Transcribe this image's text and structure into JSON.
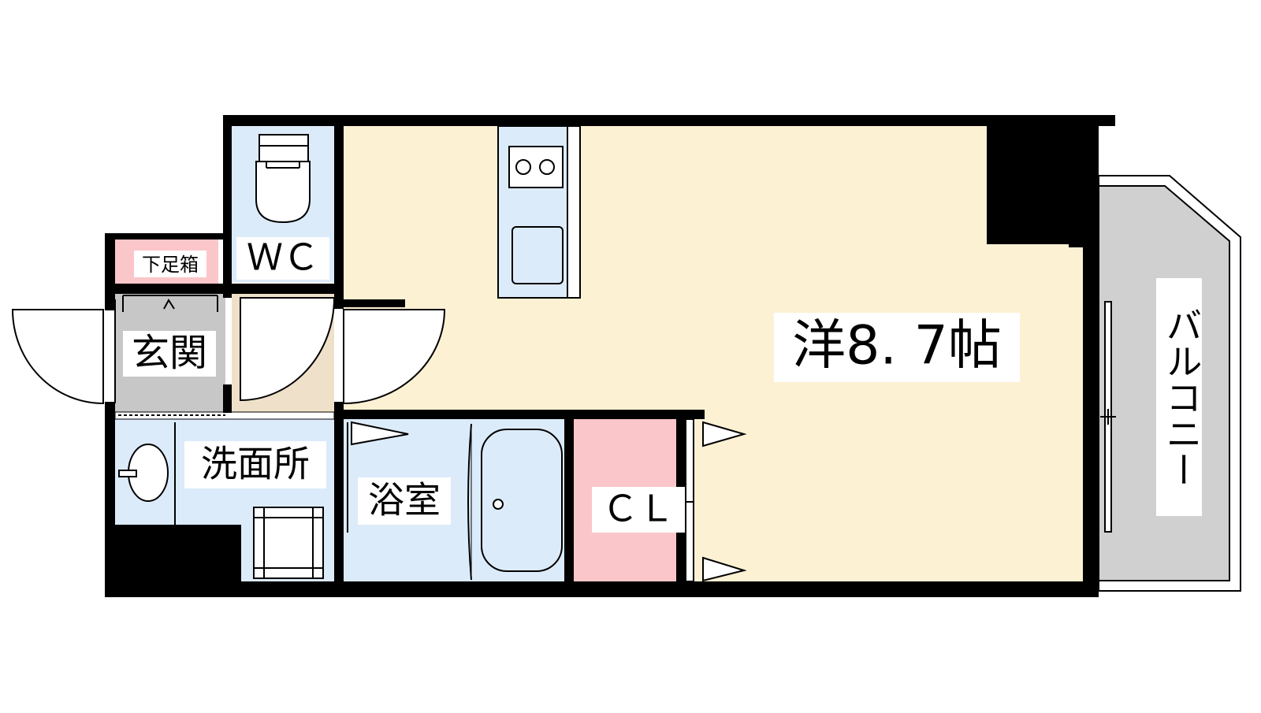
{
  "labels": {
    "main_room": "洋8. 7帖",
    "wc": "ＷＣ",
    "shoe_box": "下足箱",
    "entrance": "玄関",
    "washroom": "洗面所",
    "bathroom": "浴室",
    "closet": "ＣＬ",
    "balcony": "バルコニー"
  },
  "colors": {
    "wall": "#000000",
    "main_room": "#fdf1d4",
    "wet_area": "#dcebfa",
    "closet": "#fbc6c9",
    "shoe_box": "#fbc6c9",
    "entrance_floor": "#c7c7c7",
    "balcony": "#d0d0d0",
    "corridor_floor": "#efe0c9"
  }
}
